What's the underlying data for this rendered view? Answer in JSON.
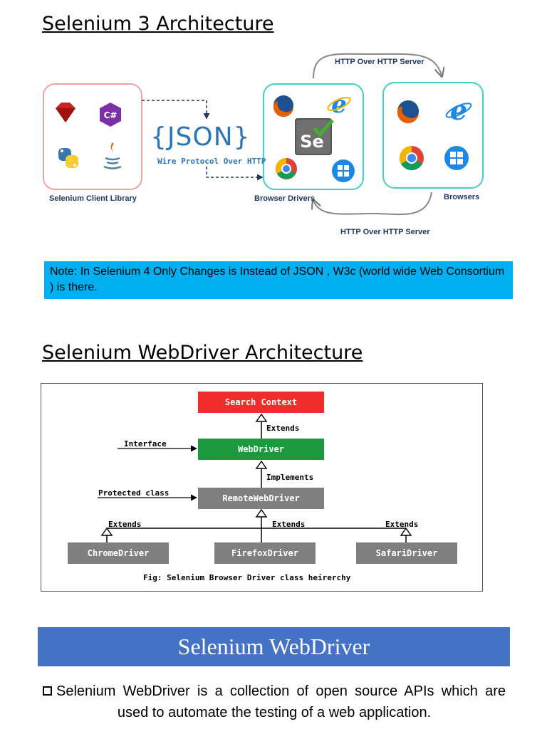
{
  "section1": {
    "title": "Selenium 3 Architecture",
    "json_text": "{JSON}",
    "protocol_text": "Wire Protocol Over HTTP",
    "client_library_label": "Selenium Client Library",
    "browser_drivers_label": "Browser Drivers",
    "browsers_label": "Browsers",
    "http_top": "HTTP Over HTTP Server",
    "http_bottom": "HTTP Over HTTP Server",
    "selenium_logo_text": "Se"
  },
  "note": "Note: In Selenium 4 Only Changes is Instead of JSON , W3c (world wide Web Consortium ) is there.",
  "section2": {
    "title": "Selenium WebDriver Architecture",
    "search_context": "Search Context",
    "webdriver": "WebDriver",
    "remote_webdriver": "RemoteWebDriver",
    "chrome_driver": "ChromeDriver",
    "firefox_driver": "FirefoxDriver",
    "safari_driver": "SafariDriver",
    "extends_top": "Extends",
    "implements": "Implements",
    "interface_label": "Interface",
    "protected_label": "Protected class",
    "extends_left": "Extends",
    "extends_mid": "Extends",
    "extends_right": "Extends",
    "caption": "Fig: Selenium Browser Driver class heirerchy"
  },
  "banner": "Selenium WebDriver",
  "bullet": "Selenium WebDriver is a collection of open source APIs which are used to automate the testing of a web application.",
  "colors": {
    "note_bg": "#00b0f0",
    "banner_bg": "#4472c4",
    "search_context": "#f12c2c",
    "webdriver": "#1a9a3c",
    "driver_gray": "#7f7f7f",
    "client_panel_border": "#f4a0a0",
    "driver_panel_border": "#44d0c8"
  }
}
